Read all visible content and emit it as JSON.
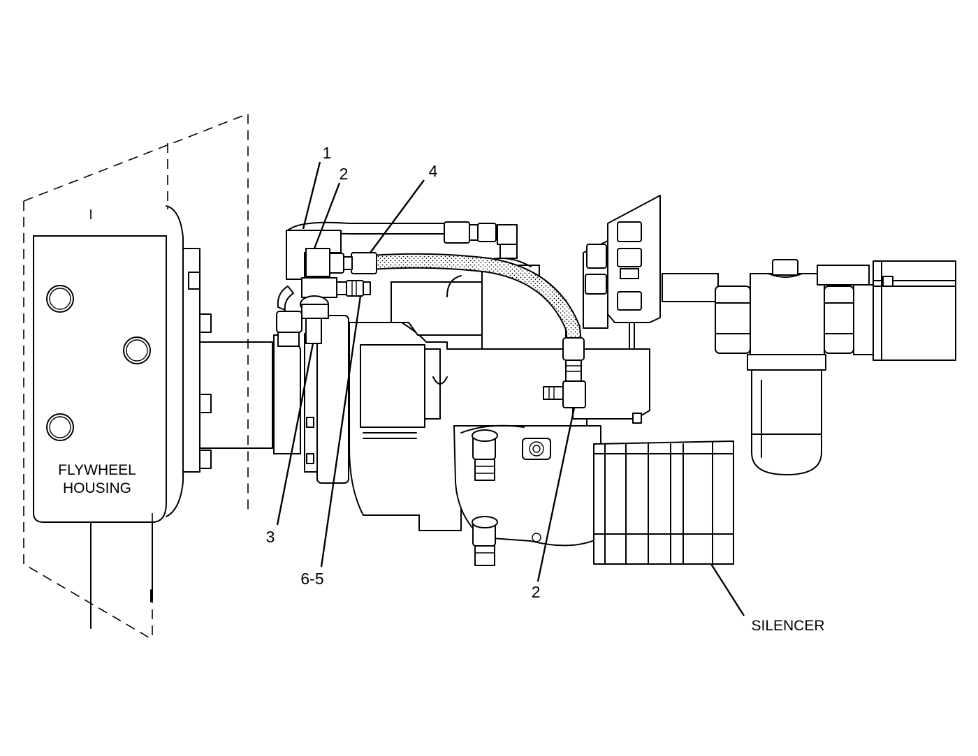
{
  "diagram": {
    "labels": {
      "flywheel_housing_line1": "FLYWHEEL",
      "flywheel_housing_line2": "HOUSING",
      "silencer": "SILENCER"
    },
    "callouts": {
      "c1": "1",
      "c2_top": "2",
      "c4": "4",
      "c3": "3",
      "c6_5": "6-5",
      "c2_bottom": "2"
    }
  }
}
